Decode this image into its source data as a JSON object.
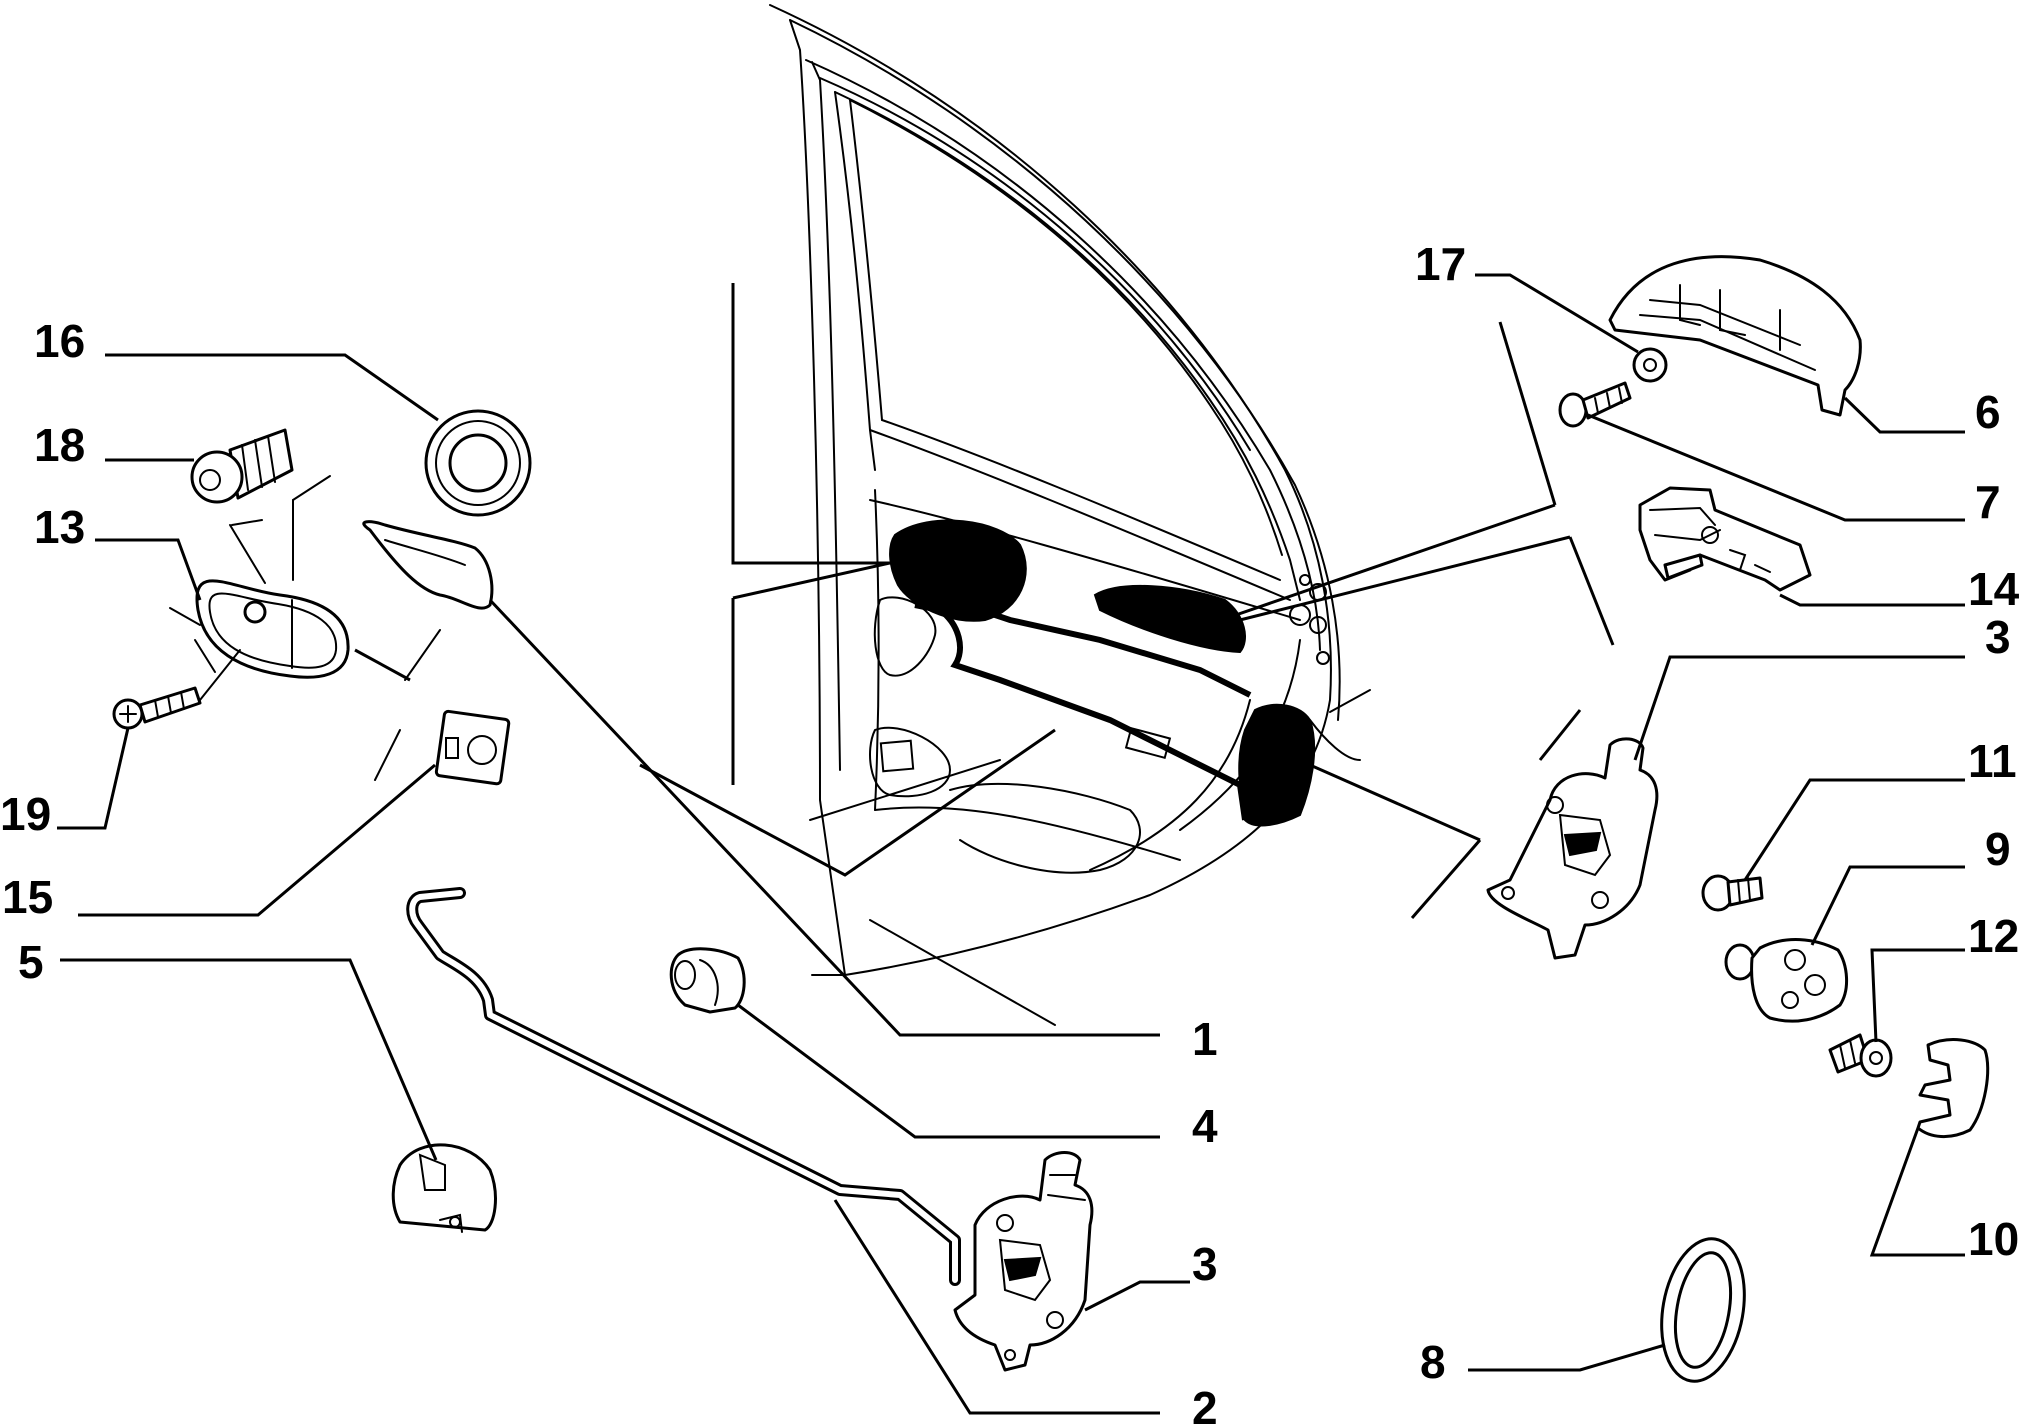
{
  "diagram": {
    "labels": {
      "p1": "1",
      "p2": "2",
      "p3a": "3",
      "p3b": "3",
      "p4": "4",
      "p5": "5",
      "p6": "6",
      "p7": "7",
      "p8": "8",
      "p9": "9",
      "p10": "10",
      "p11": "11",
      "p12": "12",
      "p13": "13",
      "p14": "14",
      "p15": "15",
      "p16": "16",
      "p17": "17",
      "p18": "18",
      "p19": "19"
    },
    "colors": {
      "ink": "#000000",
      "paper": "#ffffff"
    }
  }
}
